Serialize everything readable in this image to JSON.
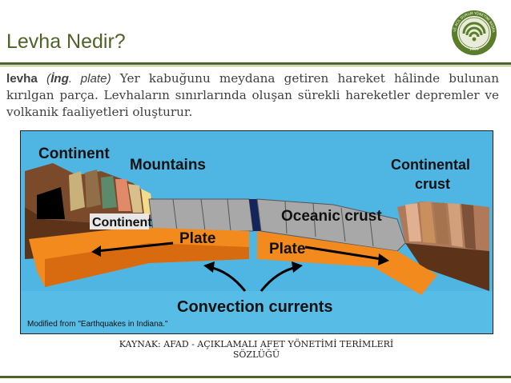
{
  "slide": {
    "title": "Levha Nedir?",
    "term": "levha",
    "latin_open": "(",
    "latin_lang": "İng",
    "latin_rest": ". plate)",
    "definition": " Yer kabuğunu meydana getiren hareket hâlinde bulunan kırılgan parça. Levhaların sınırlarında oluşan sürekli hareketler depremler ve volkanik faaliyetleri oluşturur.",
    "source": "KAYNAK: AFAD - AÇIKLAMALI AFET YÖNETİMİ TERİMLERİ SÖZLÜĞÜ",
    "logo_ring_text": "AFET VE ACİL DURUM YÖNETİMİ BAŞKANLIĞI",
    "logo_year": "2009"
  },
  "diagram": {
    "label_continent_top": "Continent",
    "label_mountains": "Mountains",
    "label_continental_line1": "Continental",
    "label_continental_line2": "crust",
    "label_continent_inner": "Continent",
    "label_oceanic": "Oceanic crust",
    "label_plate_left": "Plate",
    "label_plate_right": "Plate",
    "label_convection": "Convection currents",
    "label_credit": "Modified from \"Earthquakes in Indiana.\""
  },
  "colors": {
    "accent": "#4f6228",
    "accent_light": "#9bbb59",
    "water": "#4fb5e2",
    "plate": "#f28a1e",
    "crust": "#a8a8a8"
  }
}
